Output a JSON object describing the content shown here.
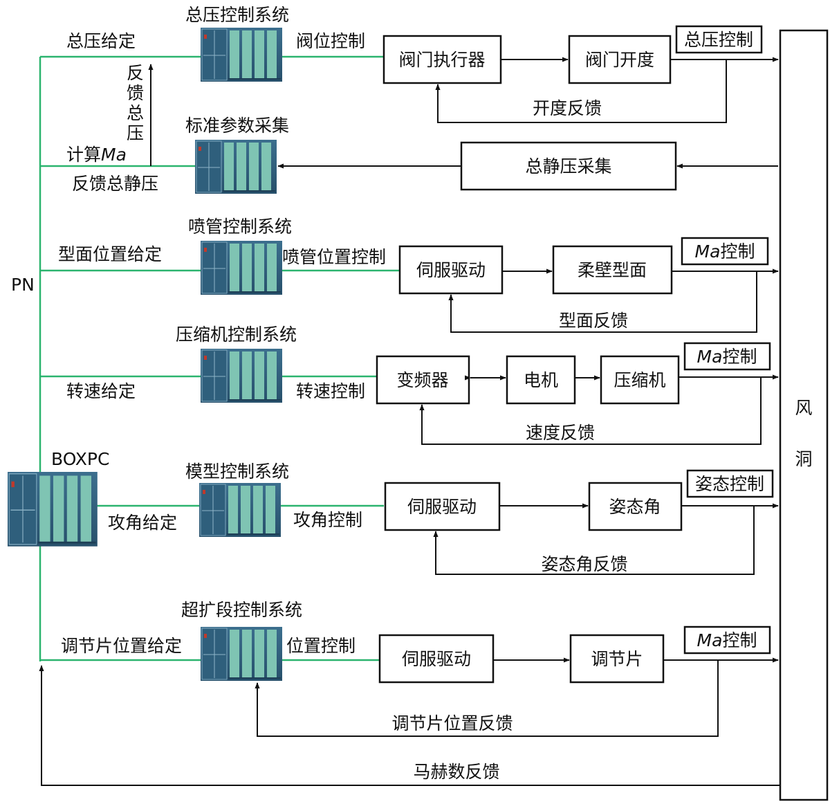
{
  "bus_label": "PN",
  "boxpc_label": "BOXPC",
  "tunnel_label": [
    "风",
    "洞"
  ],
  "mach_feedback": "马赫数反馈",
  "total_pressure": {
    "system": "总压控制系统",
    "setpoint": "总压给定",
    "control_signal": "阀位控制",
    "actuator": "阀门执行器",
    "output": "阀门开度",
    "target": "总压控制",
    "feedback": "开度反馈"
  },
  "parameter_acquisition": {
    "system": "标准参数采集",
    "feedback_total_pressure": [
      "反",
      "馈",
      "总",
      "压"
    ],
    "calc_prefix": "计算",
    "calc_var": "Ma",
    "feedback_static": "反馈总静压",
    "acquisition": "总静压采集"
  },
  "nozzle": {
    "system": "喷管控制系统",
    "setpoint": "型面位置给定",
    "control_signal": "喷管位置控制",
    "drive": "伺服驱动",
    "output": "柔壁型面",
    "target_var": "Ma",
    "target_suffix": "控制",
    "feedback": "型面反馈"
  },
  "compressor": {
    "system": "压缩机控制系统",
    "setpoint": "转速给定",
    "control_signal": "转速控制",
    "drive": "变频器",
    "motor": "电机",
    "output": "压缩机",
    "target_var": "Ma",
    "target_suffix": "控制",
    "feedback": "速度反馈"
  },
  "model": {
    "system": "模型控制系统",
    "setpoint": "攻角给定",
    "control_signal": "攻角控制",
    "drive": "伺服驱动",
    "output": "姿态角",
    "target": "姿态控制",
    "feedback": "姿态角反馈"
  },
  "diffuser": {
    "system": "超扩段控制系统",
    "setpoint": "调节片位置给定",
    "control_signal": "位置控制",
    "drive": "伺服驱动",
    "output": "调节片",
    "target_var": "Ma",
    "target_suffix": "控制",
    "feedback": "调节片位置反馈"
  }
}
